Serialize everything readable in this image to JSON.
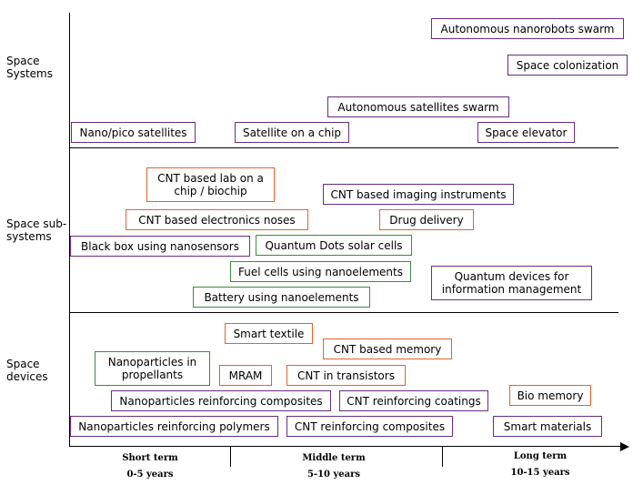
{
  "rows": {
    "systems": "Space\nSystems",
    "subsystems": "Space sub-\nsystems",
    "devices": "Space\ndevices"
  },
  "timeline": {
    "short": {
      "title": "Short term",
      "range": "0-5 years"
    },
    "middle": {
      "title": "Middle term",
      "range": "5-10 years"
    },
    "long": {
      "title": "Long term",
      "range": "10-15 years"
    }
  },
  "colors": {
    "orange": "#e6622e",
    "green": "#3c8c3c",
    "purple": "#6a2c82"
  },
  "systems": {
    "nanorobots": "Autonomous nanorobots swarm",
    "colonization": "Space colonization",
    "satellites_swarm": "Autonomous satellites swarm",
    "nano_pico": "Nano/pico satellites",
    "sat_chip": "Satellite on a chip",
    "elevator": "Space elevator"
  },
  "subsystems": {
    "cnt_lab": "CNT based lab on a chip / biochip",
    "cnt_imaging": "CNT based imaging instruments",
    "cnt_noses": "CNT based electronics noses",
    "drug_delivery": "Drug delivery",
    "black_box": "Black box using nanosensors",
    "qd_solar": "Quantum Dots solar cells",
    "fuel_cells": "Fuel cells using nanoelements",
    "quantum_info": "Quantum devices for information management",
    "battery": "Battery using nanoelements"
  },
  "devices": {
    "smart_textile": "Smart textile",
    "cnt_memory": "CNT based memory",
    "nano_propellants": "Nanoparticles in propellants",
    "mram": "MRAM",
    "cnt_transistors": "CNT in transistors",
    "bio_memory": "Bio memory",
    "nano_composites": "Nanoparticles reinforcing composites",
    "cnt_coatings": "CNT reinforcing coatings",
    "nano_polymers": "Nanoparticles reinforcing polymers",
    "cnt_composites": "CNT reinforcing composites",
    "smart_materials": "Smart materials"
  }
}
